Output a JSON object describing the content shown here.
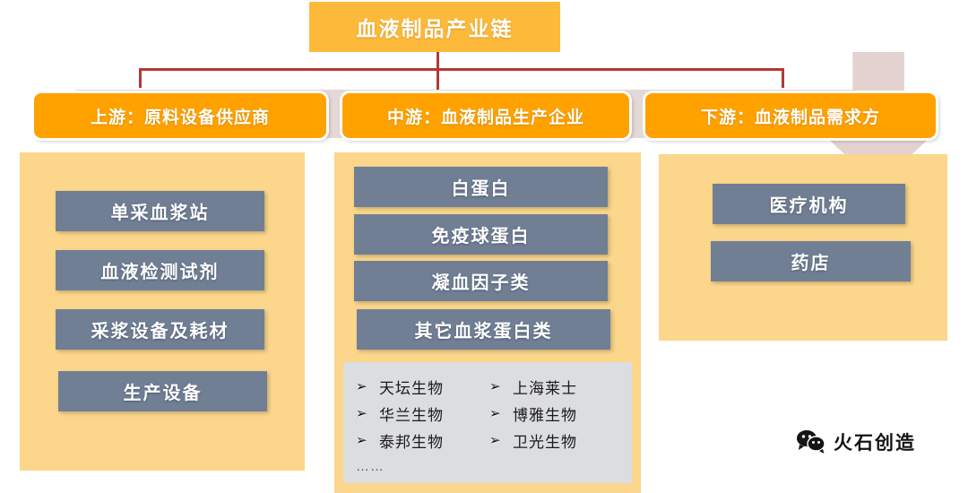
{
  "title": {
    "text": "血液制品产业链"
  },
  "stages": [
    {
      "id": "upstream",
      "label": "上游：原料设备供应商"
    },
    {
      "id": "midstream",
      "label": "中游：血液制品生产企业"
    },
    {
      "id": "downstream",
      "label": "下游：血液制品需求方"
    }
  ],
  "columns": {
    "upstream": {
      "items": [
        {
          "label": "单采血浆站"
        },
        {
          "label": "血液检测试剂"
        },
        {
          "label": "采浆设备及耗材"
        },
        {
          "label": "生产设备"
        }
      ]
    },
    "midstream": {
      "items": [
        {
          "label": "白蛋白"
        },
        {
          "label": "免疫球蛋白"
        },
        {
          "label": "凝血因子类"
        },
        {
          "label": "其它血浆蛋白类"
        }
      ],
      "companies": {
        "bullet": "➢",
        "column1": [
          "天坛生物",
          "华兰生物",
          "泰邦生物"
        ],
        "column2": [
          "上海莱士",
          "博雅生物",
          "卫光生物"
        ],
        "ellipsis": "……"
      }
    },
    "downstream": {
      "items": [
        {
          "label": "医疗机构"
        },
        {
          "label": "药店"
        }
      ]
    }
  },
  "watermark": {
    "icon": "wechat-icon",
    "text": "火石创造"
  },
  "colors": {
    "title_bg": "#fdb93a",
    "stage_bg": "#ffa200",
    "panel_bg": "#fbd68b",
    "box_bg": "#717f95",
    "band_bg": "#e6d8d6",
    "arrow_bg": "#e3d2d0",
    "connector": "#b13a34",
    "complist_bg": "#dcdde0"
  }
}
